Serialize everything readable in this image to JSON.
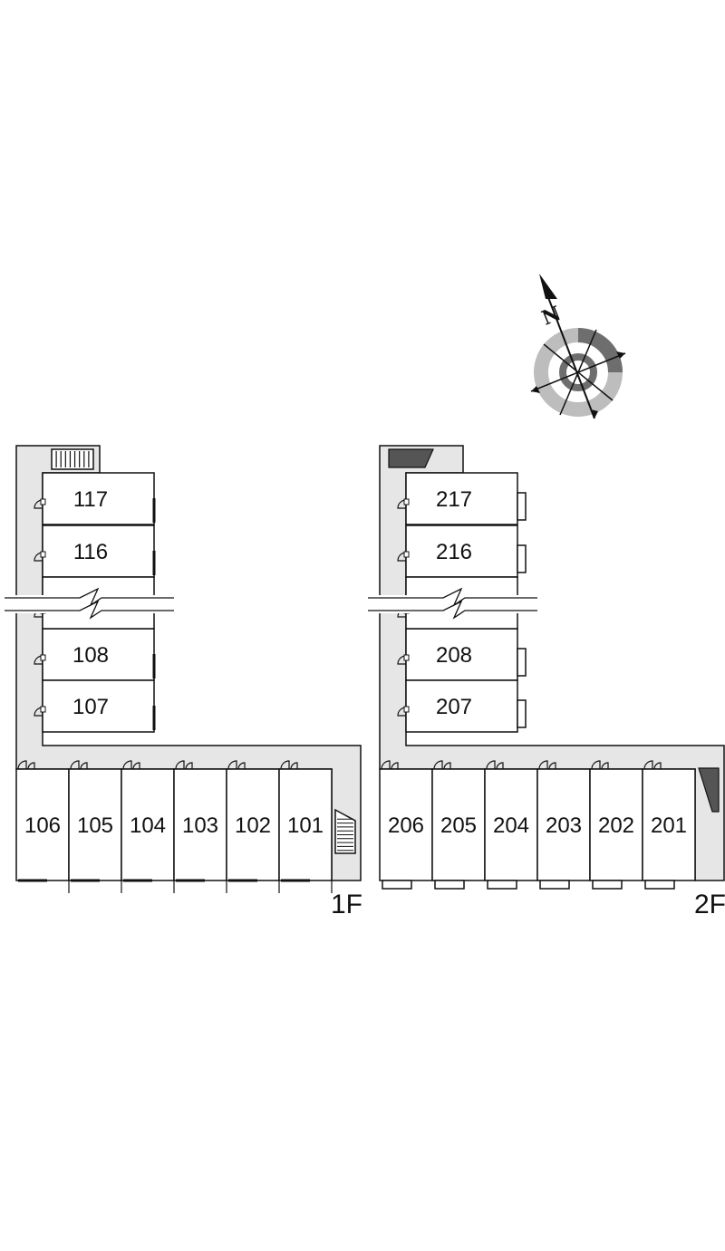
{
  "floors": [
    {
      "label": "1F",
      "wing_rooms": [
        "117",
        "116",
        "108",
        "107"
      ],
      "row_rooms": [
        "106",
        "105",
        "104",
        "103",
        "102",
        "101"
      ]
    },
    {
      "label": "2F",
      "wing_rooms": [
        "217",
        "216",
        "208",
        "207"
      ],
      "row_rooms": [
        "206",
        "205",
        "204",
        "203",
        "202",
        "201"
      ]
    }
  ],
  "compass": {
    "north_label": "N"
  },
  "colors": {
    "corridor": "#e6e6e6",
    "line": "#111111",
    "compass_dark": "#6e6e6e",
    "compass_light": "#bdbdbd"
  }
}
